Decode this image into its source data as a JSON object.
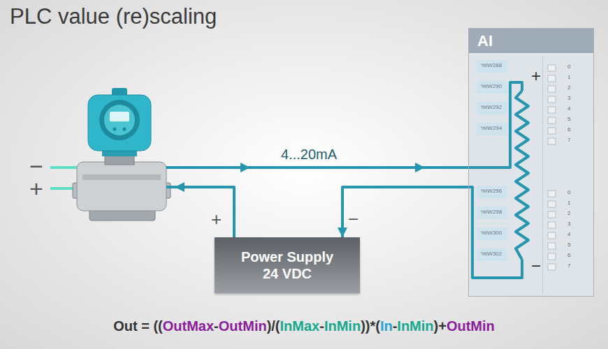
{
  "diagram": {
    "title": "PLC value (re)scaling",
    "nodes": [
      {
        "text": [
          "AI"
        ]
      },
      {
        "text": [
          "Power Supply 24 VDC"
        ]
      }
    ],
    "edges": [
      {
        "from": 0,
        "to": 1,
        "arrow": "to"
      }
    ],
    "labels": [
      "−",
      "+",
      "4...20mA",
      "+",
      "−",
      "+",
      "−",
      "%IW288",
      "%IW290",
      "%IW292",
      "%IW294",
      "%IW296",
      "%IW298",
      "%IW300",
      "%IW302",
      "0",
      "1",
      "2",
      "3",
      "4",
      "5",
      "6",
      "7",
      "0",
      "1",
      "2",
      "3",
      "4",
      "5",
      "6",
      "7",
      "Out = ((",
      "OutMax",
      "-",
      "OutMin",
      ")/(",
      "InMax",
      "-",
      "InMin",
      "))*(",
      "In",
      "-",
      "InMin",
      ")+",
      "OutMin"
    ]
  }
}
